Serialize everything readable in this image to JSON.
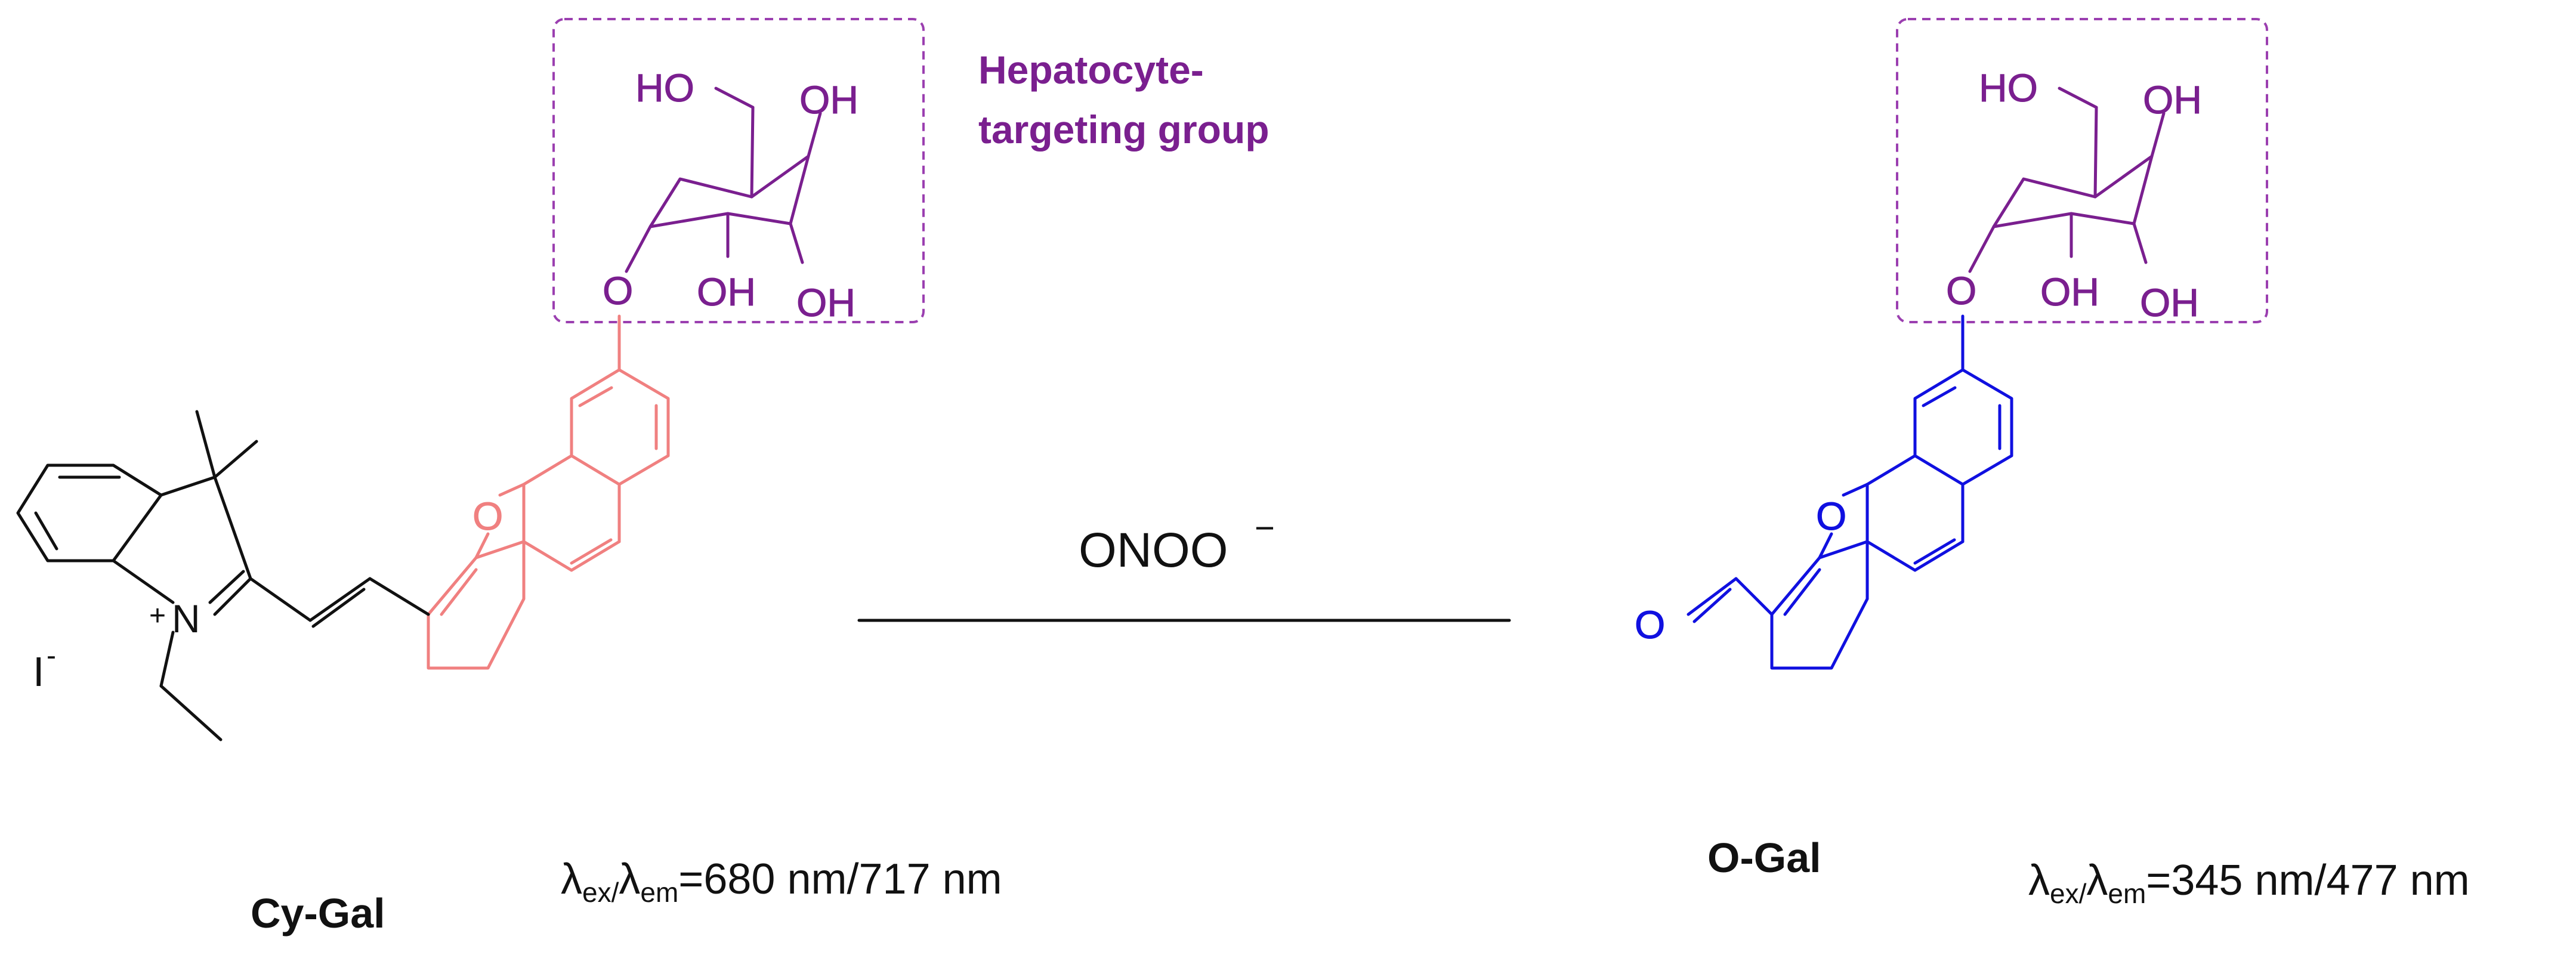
{
  "colors": {
    "targeting": "#7a1f8f",
    "cy_core": "#f08080",
    "product_core": "#1010e0",
    "text": "#111111"
  },
  "labels": {
    "targeting_group_line1": "Hepatocyte-",
    "targeting_group_line2": "targeting group",
    "reagent": "ONOO",
    "reagent_charge": "−",
    "counterion": "I",
    "counterion_charge": "-",
    "n_plus": "+",
    "n_atom": "N"
  },
  "compounds": [
    {
      "name": "Cy-Gal",
      "lambda_symbol": "λ",
      "ex_sub": "ex/",
      "em_sub": "em",
      "lambda_values": "=680 nm/717 nm"
    },
    {
      "name": "O-Gal",
      "lambda_symbol": "λ",
      "ex_sub": "ex/",
      "em_sub": "em",
      "lambda_values": "=345 nm/477 nm"
    }
  ],
  "sugar_labels": {
    "ho": "HO",
    "oh": "OH",
    "o": "O"
  }
}
